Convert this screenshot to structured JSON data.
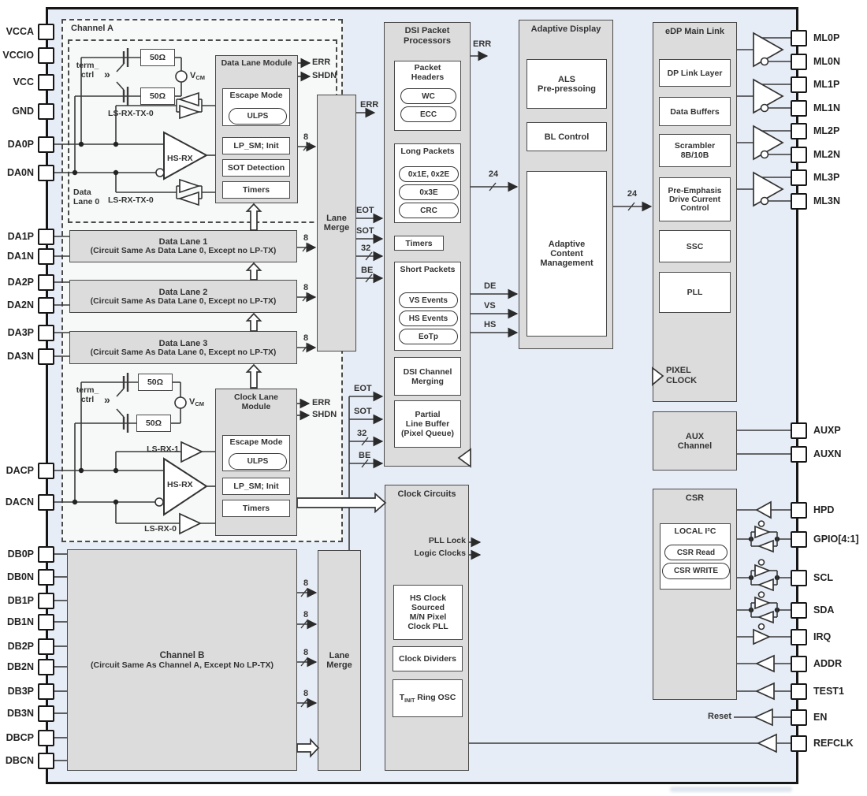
{
  "colors": {
    "chip_bg": "#e7edf6",
    "channel_region_bg": "#f7f8f8",
    "block_grey": "#dcdcdc",
    "line": "#3a3a3a",
    "box_border": "#4a4a4a"
  },
  "pins": {
    "left": [
      "VCCA",
      "VCCIO",
      "VCC",
      "GND",
      "DA0P",
      "DA0N",
      "DA1P",
      "DA1N",
      "DA2P",
      "DA2N",
      "DA3P",
      "DA3N",
      "DACP",
      "DACN",
      "DB0P",
      "DB0N",
      "DB1P",
      "DB1N",
      "DB2P",
      "DB2N",
      "DB3P",
      "DB3N",
      "DBCP",
      "DBCN"
    ],
    "right": [
      "ML0P",
      "ML0N",
      "ML1P",
      "ML1N",
      "ML2P",
      "ML2N",
      "ML3P",
      "ML3N",
      "AUXP",
      "AUXN",
      "HPD",
      "GPIO[4:1]",
      "SCL",
      "SDA",
      "IRQ",
      "ADDR",
      "TEST1",
      "EN",
      "REFCLK"
    ]
  },
  "channel_a": {
    "title": "Channel A",
    "data_lane0": "Data\nLane 0"
  },
  "analog": {
    "term_ctrl": "term_\nctrl",
    "chevrons": "»",
    "r50": "50Ω",
    "v": "V",
    "cm": "CM",
    "ls_rx_tx_0": "LS-RX-TX-0",
    "hs_rx": "HS-RX",
    "ls_rx_1": "LS-RX-1",
    "ls_rx_0": "LS-RX-0"
  },
  "dlm": {
    "title": "Data Lane Module",
    "escape": "Escape Mode",
    "ulps": "ULPS",
    "lp_sm": "LP_SM; Init",
    "sot": "SOT Detection",
    "timers": "Timers"
  },
  "clm": {
    "title": "Clock Lane\nModule"
  },
  "rows": {
    "lane1": "Data Lane 1",
    "lane2": "Data Lane 2",
    "lane3": "Data Lane 3",
    "sub": "(Circuit Same As Data Lane 0, Except no LP-TX)"
  },
  "lane_merge": "Lane\nMerge",
  "channel_b": {
    "title": "Channel B",
    "sub": "(Circuit Same As Channel A, Except No LP-TX)"
  },
  "dsi": {
    "title": "DSI Packet\nProcessors",
    "packet_headers": "Packet\nHeaders",
    "wc": "WC",
    "ecc": "ECC",
    "long_packets": "Long Packets",
    "lp1": "0x1E, 0x2E",
    "lp2": "0x3E",
    "lp3": "CRC",
    "timers": "Timers",
    "short_packets": "Short Packets",
    "vs_events": "VS Events",
    "hs_events": "HS Events",
    "eotp": "EoTp",
    "merging": "DSI Channel\nMerging",
    "plb": "Partial\nLine Buffer\n(Pixel Queue)"
  },
  "adaptive": {
    "title": "Adaptive Display",
    "als": "ALS\nPre-pressoing",
    "bl": "BL Control",
    "acm": "Adaptive\nContent\nManagement"
  },
  "edp": {
    "title": "eDP Main Link",
    "dp_link": "DP Link Layer",
    "buffers": "Data Buffers",
    "scrambler": "Scrambler\n8B/10B",
    "pre_emp": "Pre-Emphasis\nDrive Current\nControl",
    "ssc": "SSC",
    "pll": "PLL",
    "pixel_clock": "PIXEL\nCLOCK"
  },
  "aux": {
    "title": "AUX\nChannel"
  },
  "csr": {
    "title": "CSR",
    "local_i2c": "LOCAL I²C",
    "read": "CSR Read",
    "write": "CSR WRITE"
  },
  "clock": {
    "title": "Clock Circuits",
    "pll_lock": "PLL Lock",
    "logic_clocks": "Logic Clocks",
    "hs_pll": "HS Clock\nSourced\nM/N Pixel\nClock PLL",
    "dividers": "Clock Dividers",
    "t": "T",
    "t_sub": "INIT",
    "t_rest": " Ring OSC"
  },
  "sig": {
    "err": "ERR",
    "shdn": "SHDN",
    "eot": "EOT",
    "sot": "SOT",
    "b8": "8",
    "b24": "24",
    "b32": "32",
    "be": "BE",
    "de": "DE",
    "vs": "VS",
    "hs": "HS",
    "reset": "Reset"
  }
}
